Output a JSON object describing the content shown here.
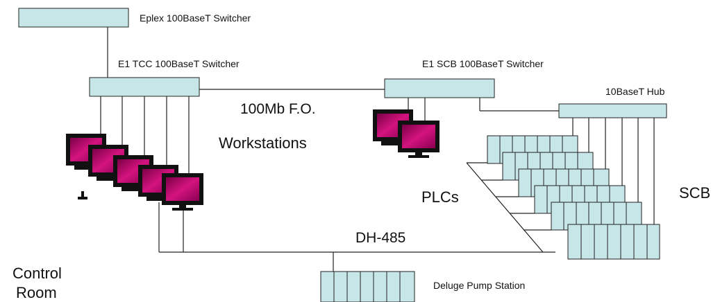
{
  "labels": {
    "eplex_switch": "Eplex 100BaseT Switcher",
    "tcc_switch": "E1 TCC 100BaseT Switcher",
    "scb_switch": "E1 SCB 100BaseT Switcher",
    "hub": "10BaseT Hub",
    "fiber": "100Mb F.O.",
    "workstations": "Workstations",
    "plcs": "PLCs",
    "scb": "SCB",
    "dh485": "DH-485",
    "control_room_line1": "Control",
    "control_room_line2": "Room",
    "deluge": "Deluge Pump Station"
  },
  "colors": {
    "device_fill": "#c6e6e8",
    "monitor_fill": "#b8006a",
    "line": "#222222"
  },
  "icons": {
    "workstation": "monitor-icon",
    "plc": "plc-rack-icon"
  }
}
